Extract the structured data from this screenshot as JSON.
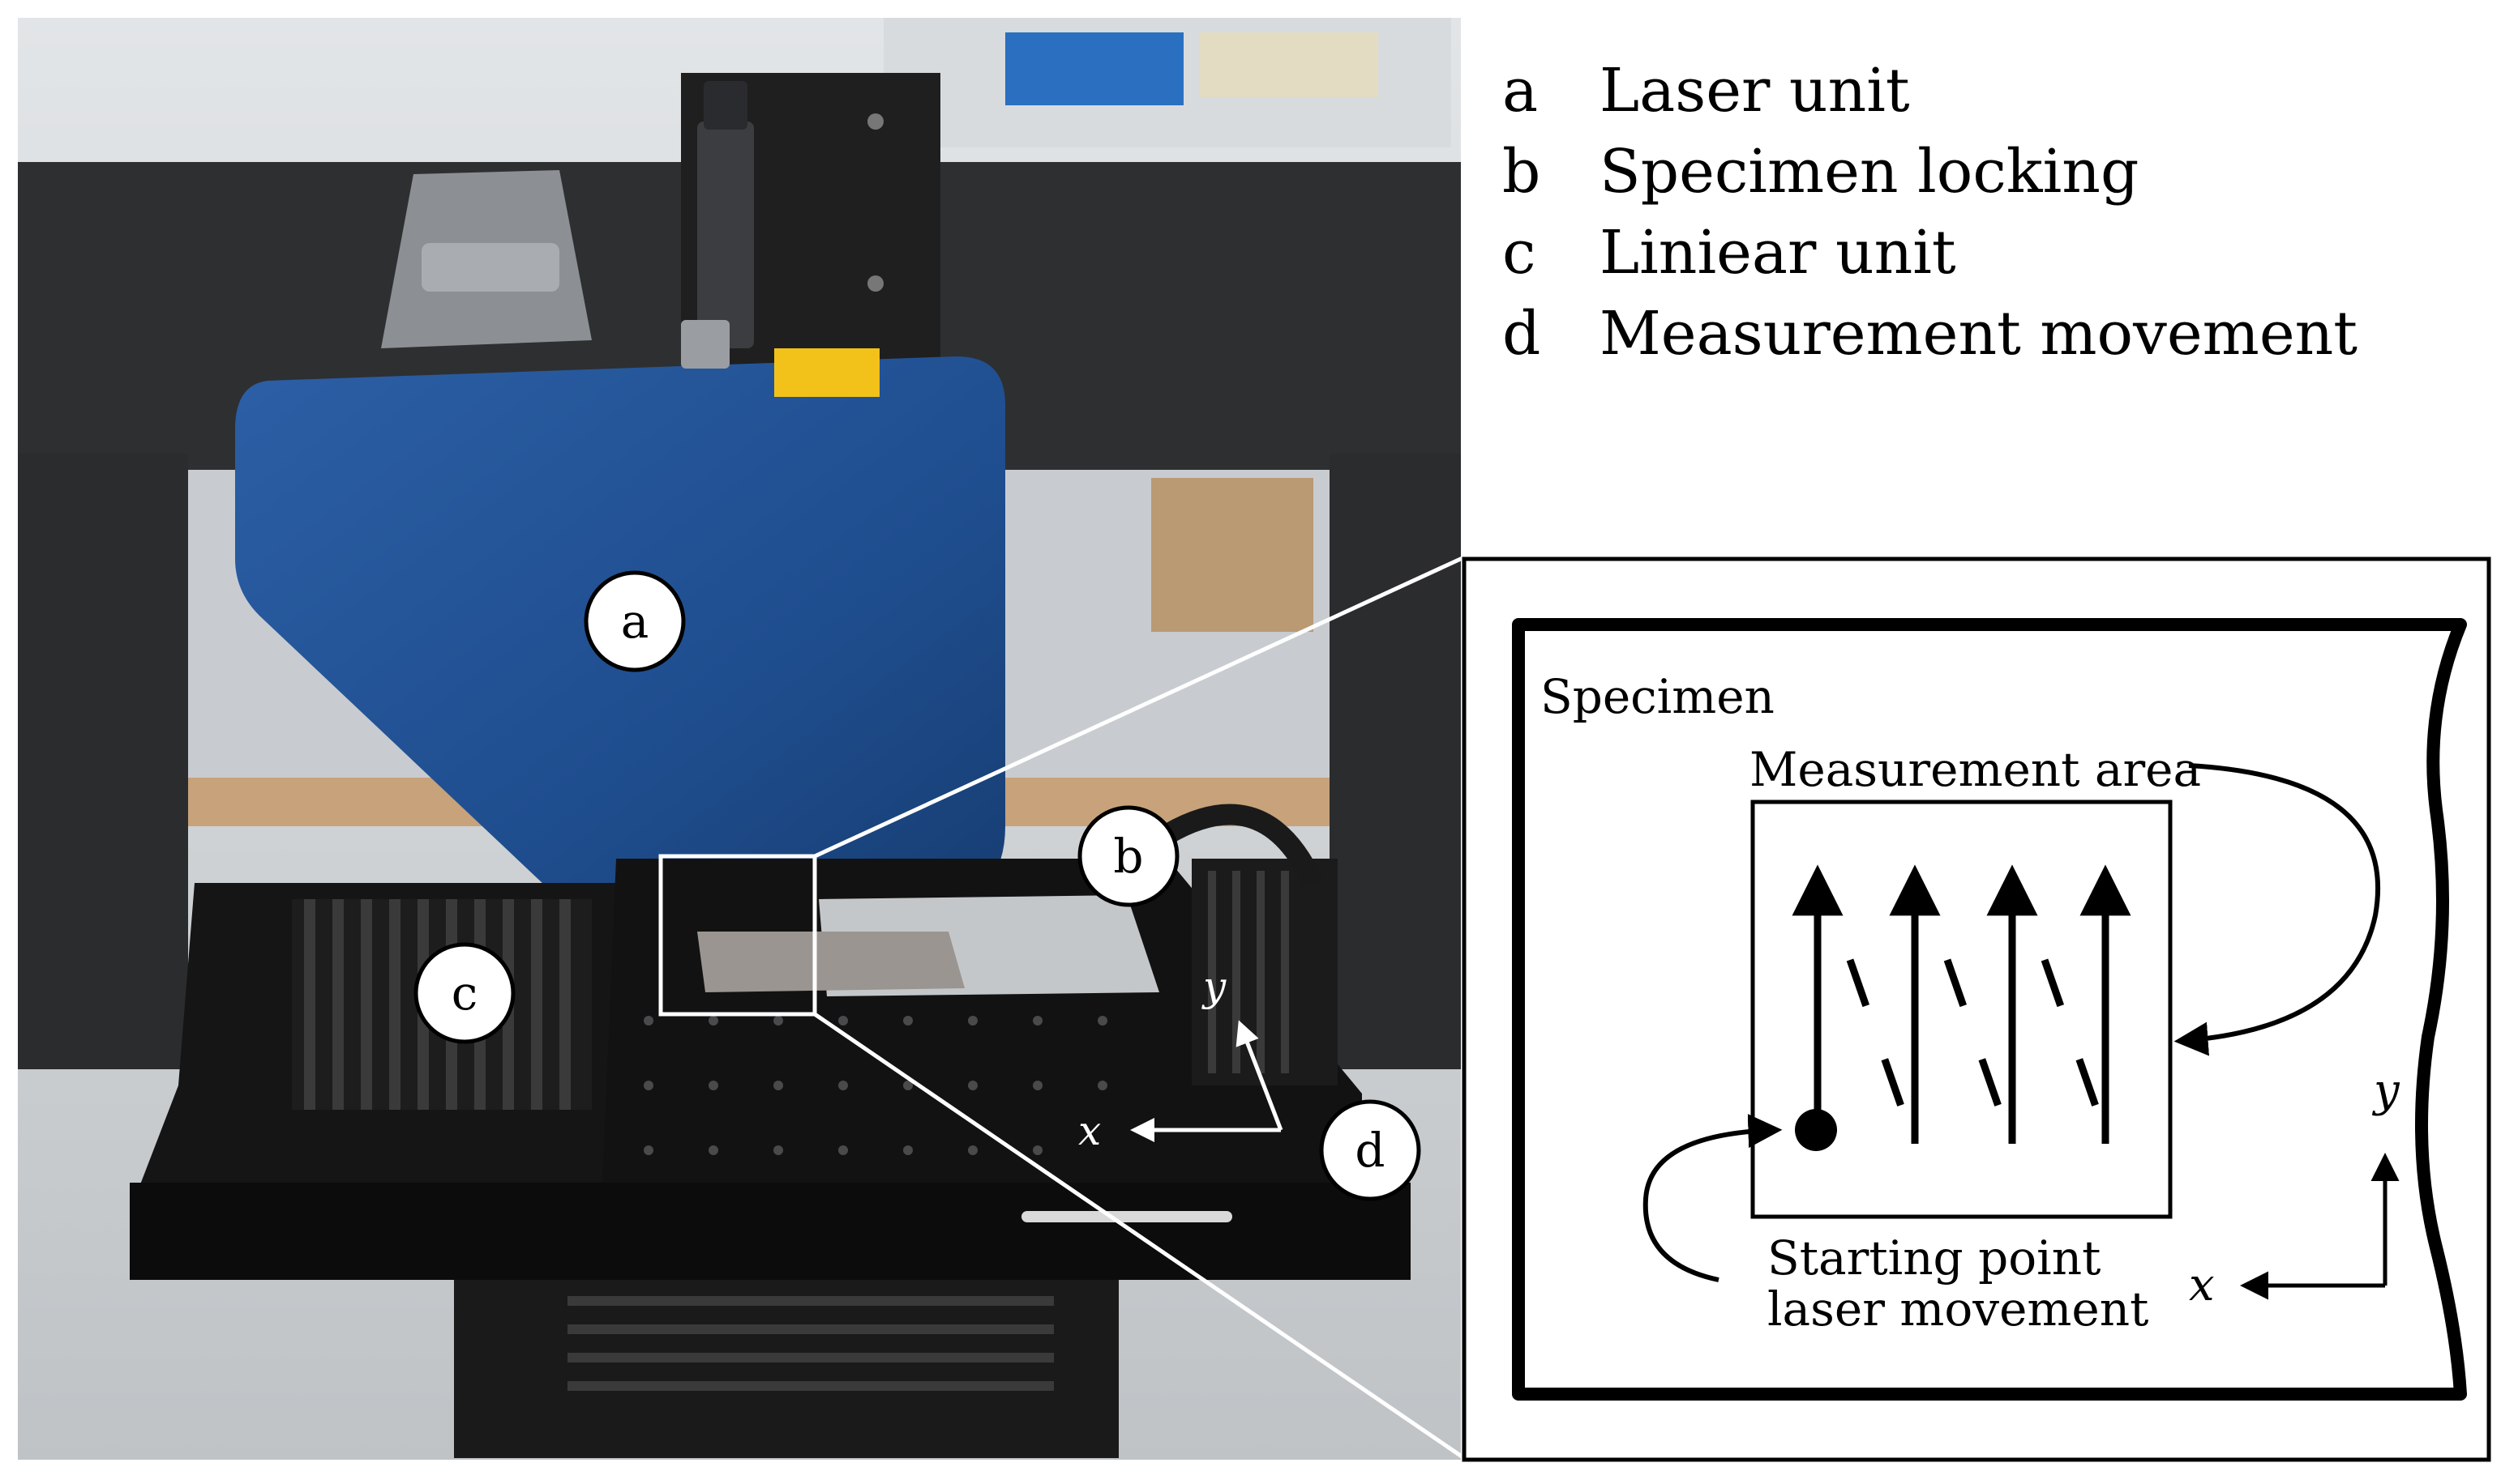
{
  "legend": {
    "items": [
      {
        "key": "a",
        "label": "Laser unit"
      },
      {
        "key": "b",
        "label": "Specimen locking"
      },
      {
        "key": "c",
        "label": "Liniear unit"
      },
      {
        "key": "d",
        "label": "Measurement movement"
      }
    ]
  },
  "photo": {
    "callouts": {
      "a": "a",
      "b": "b",
      "c": "c",
      "d": "d"
    },
    "axis": {
      "x": "x",
      "y": "y"
    }
  },
  "schematic": {
    "specimen_label": "Specimen",
    "area_label": "Measurement area",
    "start_line1": "Starting point",
    "start_line2": "laser movement",
    "axis": {
      "x": "x",
      "y": "y"
    }
  },
  "colors": {
    "laser_housing": "#1f4e8f",
    "table": "#151515",
    "background_wall": "#cfd3d6",
    "frame": "#2e2f31",
    "specimen": "#9a9590",
    "plate": "#c4c7c9"
  }
}
